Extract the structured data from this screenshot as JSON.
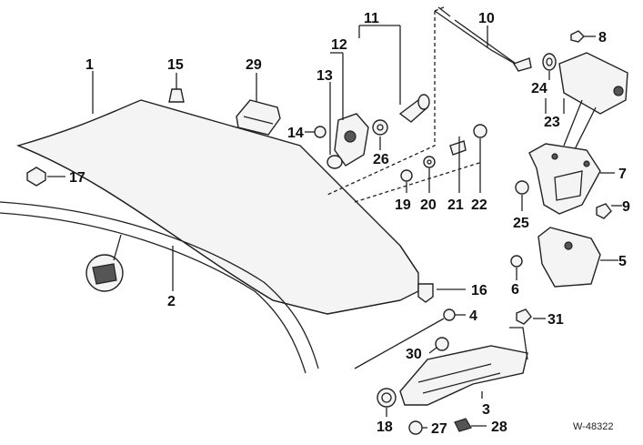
{
  "diagram": {
    "drawing_code": "W-48322",
    "callouts": [
      "1",
      "2",
      "3",
      "4",
      "5",
      "6",
      "7",
      "8",
      "9",
      "10",
      "11",
      "12",
      "13",
      "14",
      "15",
      "16",
      "17",
      "18",
      "19",
      "20",
      "21",
      "22",
      "23",
      "24",
      "25",
      "26",
      "27",
      "28",
      "29",
      "30",
      "31"
    ]
  }
}
